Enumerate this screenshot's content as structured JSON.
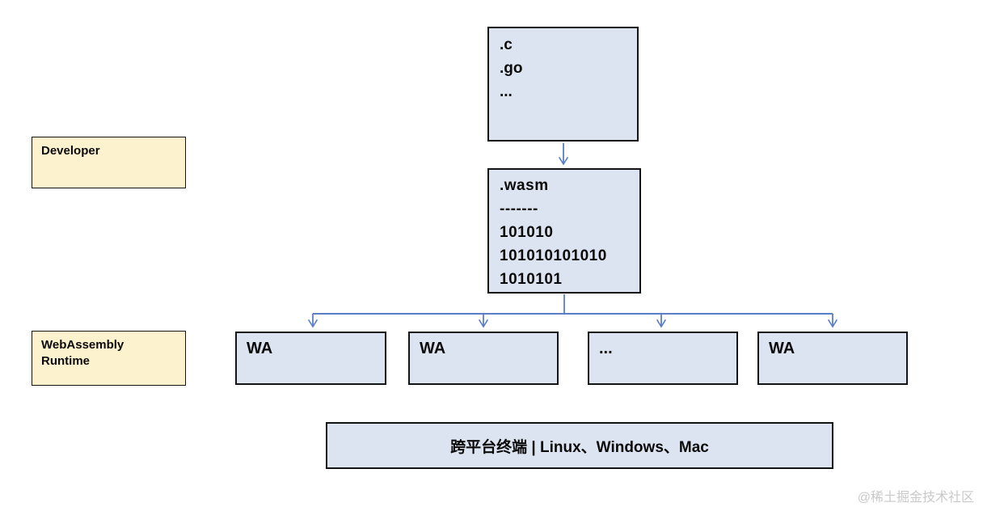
{
  "diagram": {
    "source_box": {
      "lines": [
        ".c",
        ".go",
        "..."
      ]
    },
    "wasm_box": {
      "lines": [
        ".wasm",
        "-------",
        "101010",
        "101010101010",
        "1010101"
      ]
    },
    "developer_label": "Developer",
    "runtime_label": {
      "lines": [
        "WebAssembly",
        "Runtime"
      ]
    },
    "runtime_boxes": [
      {
        "label": "WA"
      },
      {
        "label": "WA"
      },
      {
        "label": "..."
      },
      {
        "label": "WA"
      }
    ],
    "platform_box": {
      "label": "跨平台终端 | Linux、Windows、Mac"
    },
    "watermark": "@稀土掘金技术社区",
    "colors": {
      "node_fill": "#dde4f1",
      "node_border": "#141414",
      "label_fill": "#fcf2cd",
      "label_border": "#141414",
      "connector": "#5b7fc6",
      "text": "#0a0a0a",
      "watermark": "#c9c9c9",
      "background": "#ffffff"
    }
  }
}
